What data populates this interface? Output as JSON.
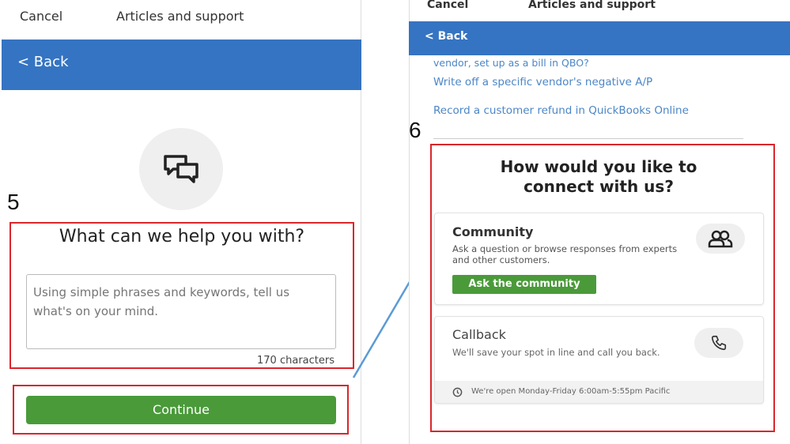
{
  "left": {
    "cancel": "Cancel",
    "title": "Articles and support",
    "back": "< Back",
    "step": "5",
    "heading": "What can we help you with?",
    "input_placeholder": "Using simple phrases and keywords, tell us what's on your mind.",
    "char_count": "170 characters",
    "continue": "Continue",
    "icon": "chat-bubbles-icon"
  },
  "right": {
    "cancel": "Cancel",
    "title": "Articles and support",
    "back": "< Back",
    "partial_link": "vendor, set up as a bill in QBO?",
    "links": [
      "Write off a specific vendor's negative A/P",
      "Record a customer refund in QuickBooks Online"
    ],
    "step": "6",
    "heading_line1": "How would you like to",
    "heading_line2": "connect with us?",
    "community": {
      "title": "Community",
      "desc": "Ask a question or browse responses from experts and other customers.",
      "button": "Ask the community",
      "icon": "people-icon"
    },
    "callback": {
      "title": "Callback",
      "desc": "We'll save your spot in line and call you back.",
      "hours": "We're open Monday-Friday 6:00am-5:55pm Pacific",
      "icon": "phone-icon"
    }
  },
  "colors": {
    "blue": "#3574c2",
    "green": "#4a9a3a",
    "red": "#d9262c",
    "link": "#4c86c6"
  }
}
